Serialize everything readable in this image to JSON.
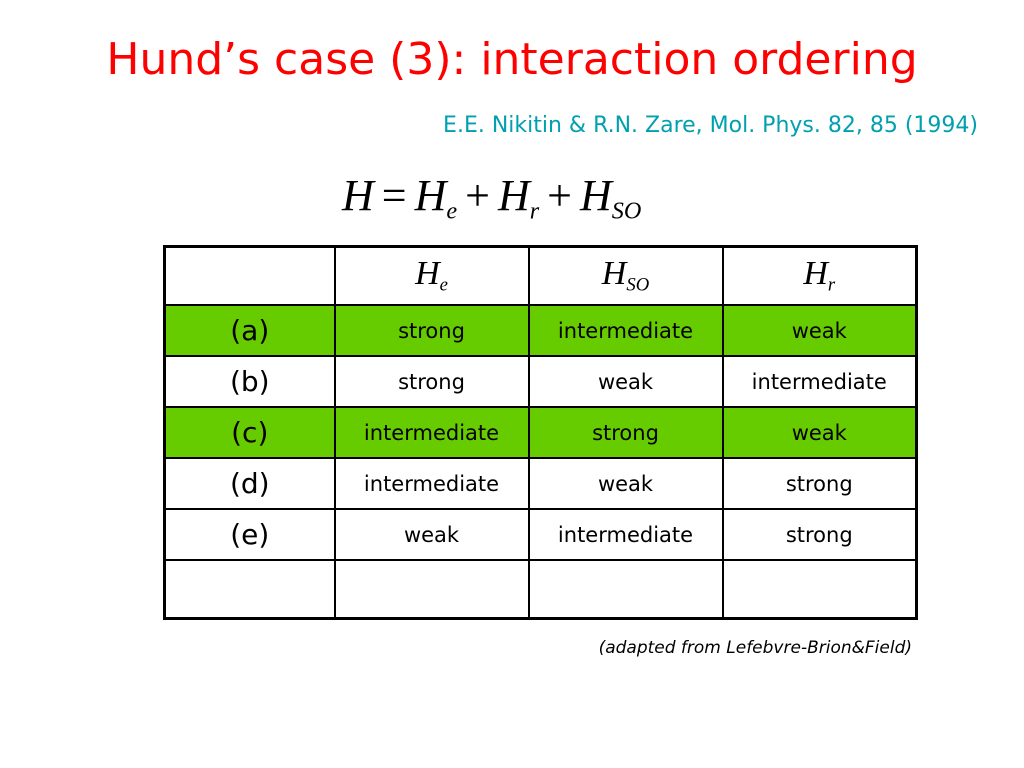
{
  "title": "Hund’s case (3): interaction ordering",
  "citation": "E.E. Nikitin & R.N. Zare, Mol. Phys. 82, 85 (1994)",
  "equation": {
    "lhs": "H",
    "eq": "=",
    "plus": "+",
    "terms": [
      {
        "base": "H",
        "sub": "e"
      },
      {
        "base": "H",
        "sub": "r"
      },
      {
        "base": "H",
        "sub": "SO"
      }
    ]
  },
  "table": {
    "header": [
      {
        "base": "H",
        "sub": "e"
      },
      {
        "base": "H",
        "sub": "SO"
      },
      {
        "base": "H",
        "sub": "r"
      }
    ],
    "rows": [
      {
        "label": "(a)",
        "cells": [
          "strong",
          "intermediate",
          "weak"
        ],
        "highlight": true
      },
      {
        "label": "(b)",
        "cells": [
          "strong",
          "weak",
          "intermediate"
        ],
        "highlight": false
      },
      {
        "label": "(c)",
        "cells": [
          "intermediate",
          "strong",
          "weak"
        ],
        "highlight": true
      },
      {
        "label": "(d)",
        "cells": [
          "intermediate",
          "weak",
          "strong"
        ],
        "highlight": false
      },
      {
        "label": "(e)",
        "cells": [
          "weak",
          "intermediate",
          "strong"
        ],
        "highlight": false
      }
    ]
  },
  "credit": "(adapted from Lefebvre-Brion&Field)",
  "colors": {
    "title": "#ff0000",
    "citation": "#00a0b0",
    "highlight_row": "#66cc00"
  }
}
